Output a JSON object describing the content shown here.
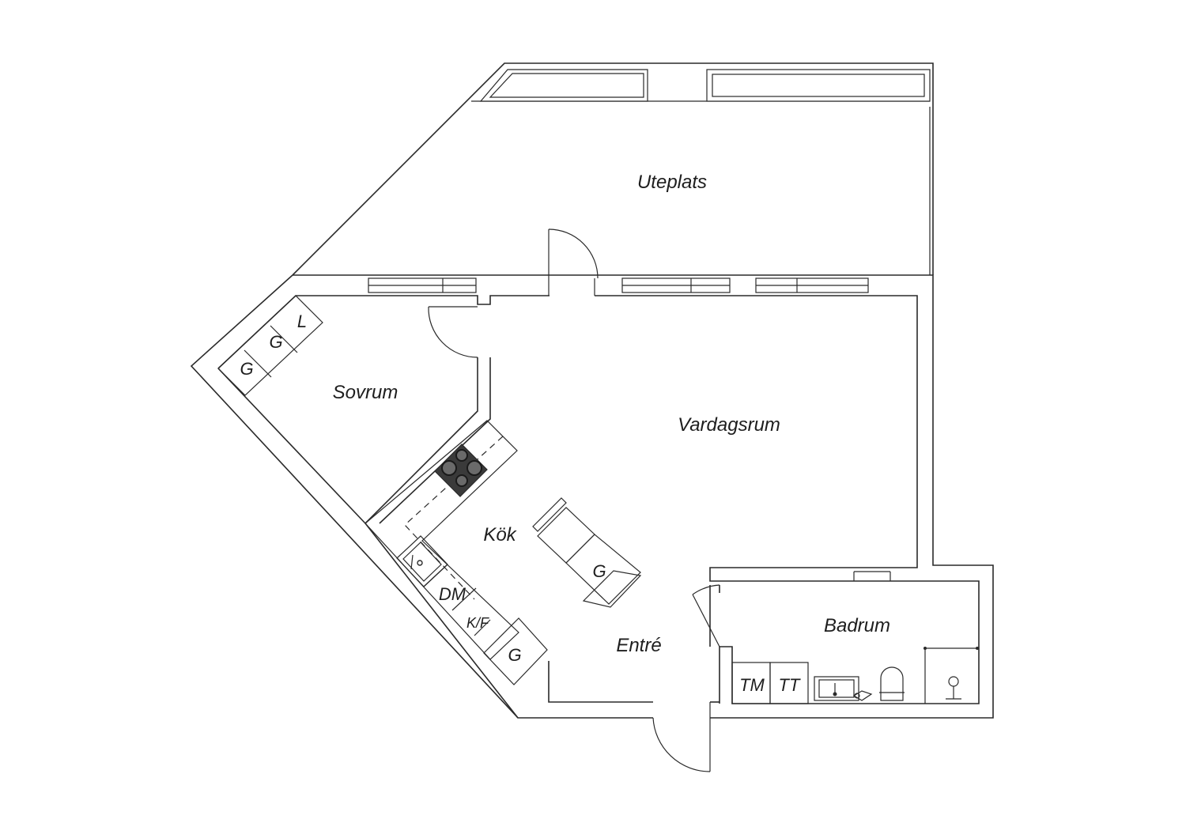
{
  "rooms": {
    "uteplats": "Uteplats",
    "sovrum": "Sovrum",
    "vardagsrum": "Vardagsrum",
    "kok": "Kök",
    "entre": "Entré",
    "badrum": "Badrum"
  },
  "fixtures": {
    "wardrobe_g": "G",
    "linen_l": "L",
    "dishwasher": "DM",
    "fridge_freezer": "K/F",
    "washer": "TM",
    "dryer": "TT"
  }
}
